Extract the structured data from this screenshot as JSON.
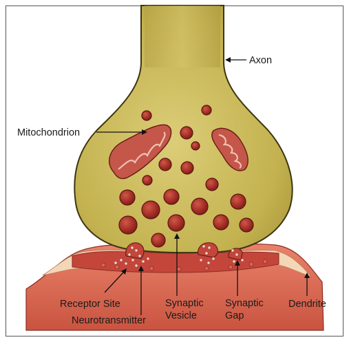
{
  "labels": {
    "axon": "Axon",
    "mitochondrion": "Mitochondrion",
    "receptor_site": "Receptor Site",
    "neurotransmitter": "Neurotransmitter",
    "synaptic_vesicle_line1": "Synaptic",
    "synaptic_vesicle_line2": "Vesicle",
    "synaptic_gap_line1": "Synaptic",
    "synaptic_gap_line2": "Gap",
    "dendrite": "Dendrite"
  },
  "colors": {
    "axon_fill": "#c8b85a",
    "axon_outline": "#3b3410",
    "vesicle": "#a8322a",
    "dendrite_outer": "#d96f5a",
    "dendrite_inner": "#f2d8b8",
    "membrane": "#c9443a",
    "frame": "#444444"
  }
}
